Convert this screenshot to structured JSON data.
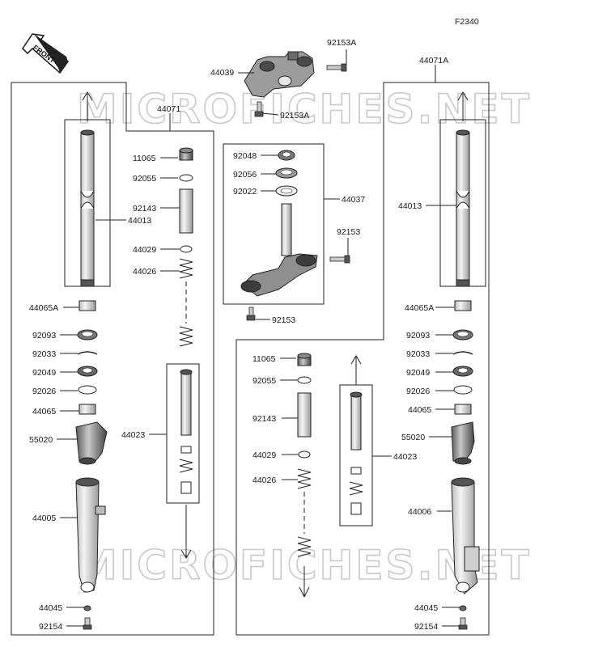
{
  "diagram_code": "F2340",
  "front_label": "FRONT",
  "watermark": "MICROFICHES.NET",
  "parts": {
    "p_92153A_top": "92153A",
    "p_44039": "44039",
    "p_92153A_mid": "92153A",
    "p_44071": "44071",
    "p_44071A": "44071A",
    "p_11065_l": "11065",
    "p_92055_l": "92055",
    "p_92143_l": "92143",
    "p_44029_l": "44029",
    "p_44026_l": "44026",
    "p_44023_l": "44023",
    "p_44013_l": "44013",
    "p_44065A_l": "44065A",
    "p_92093_l": "92093",
    "p_92033_l": "92033",
    "p_92049_l": "92049",
    "p_92026_l": "92026",
    "p_44065_l": "44065",
    "p_55020_l": "55020",
    "p_44005": "44005",
    "p_44045_l": "44045",
    "p_92154_l": "92154",
    "p_92048": "92048",
    "p_92056": "92056",
    "p_92022": "92022",
    "p_44037": "44037",
    "p_92153_r": "92153",
    "p_92153_b": "92153",
    "p_11065_r": "11065",
    "p_92055_r": "92055",
    "p_92143_r": "92143",
    "p_44029_r": "44029",
    "p_44026_r": "44026",
    "p_44023_r": "44023",
    "p_44013_r": "44013",
    "p_44065A_r": "44065A",
    "p_92093_r": "92093",
    "p_92033_r": "92033",
    "p_92049_r": "92049",
    "p_92026_r": "92026",
    "p_44065_r": "44065",
    "p_55020_r": "55020",
    "p_44006": "44006",
    "p_44045_r": "44045",
    "p_92154_r": "92154"
  }
}
